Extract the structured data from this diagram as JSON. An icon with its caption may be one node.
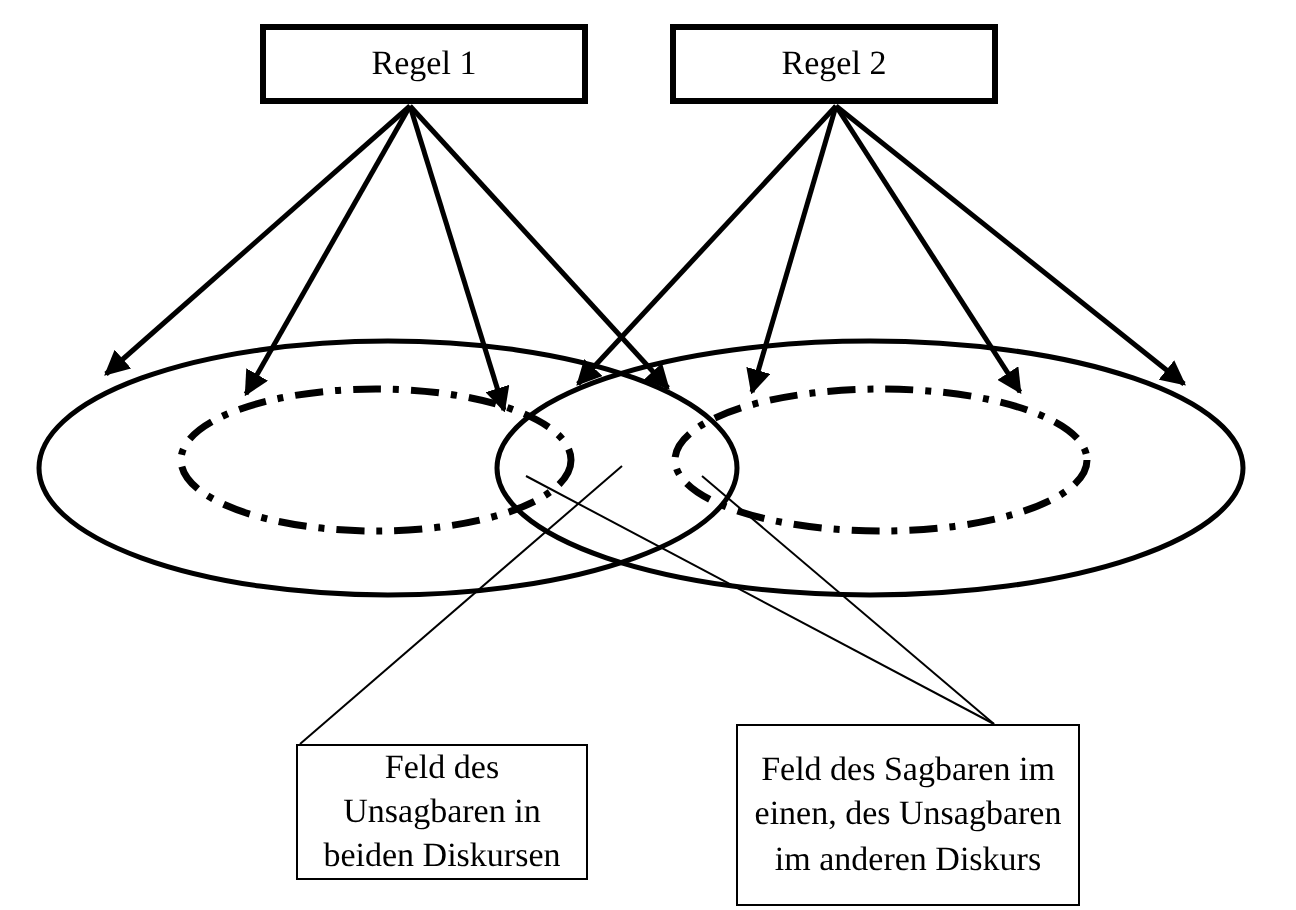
{
  "diagram": {
    "nodes": [
      {
        "text": [
          "Regel 1"
        ]
      },
      {
        "text": [
          "Regel 2"
        ]
      },
      {
        "text": [],
        "shape": "ellipse"
      },
      {
        "text": [],
        "shape": "ellipse",
        "in": 2
      },
      {
        "text": [],
        "shape": "ellipse"
      },
      {
        "text": [],
        "shape": "ellipse",
        "in": 4
      },
      {
        "text": [
          "Feld des Unsagbaren in beiden Diskursen"
        ]
      },
      {
        "text": [
          "Feld des Sagbaren im einen, des Unsagbaren im anderen Diskurs"
        ]
      }
    ],
    "edges": [
      {
        "from": 0,
        "to": 2,
        "arrow": "to"
      },
      {
        "from": 0,
        "to": 3,
        "arrow": "to"
      },
      {
        "from": 0,
        "to": 3,
        "arrow": "to"
      },
      {
        "from": 0,
        "to": 4,
        "arrow": "to"
      },
      {
        "from": 1,
        "to": 2,
        "arrow": "to"
      },
      {
        "from": 1,
        "to": 5,
        "arrow": "to"
      },
      {
        "from": 1,
        "to": 5,
        "arrow": "to"
      },
      {
        "from": 1,
        "to": 4,
        "arrow": "to"
      },
      {
        "from": 6,
        "to": 2,
        "arrow": "none"
      },
      {
        "from": 7,
        "to": 3,
        "arrow": "none"
      },
      {
        "from": 7,
        "to": 5,
        "arrow": "none"
      }
    ]
  }
}
